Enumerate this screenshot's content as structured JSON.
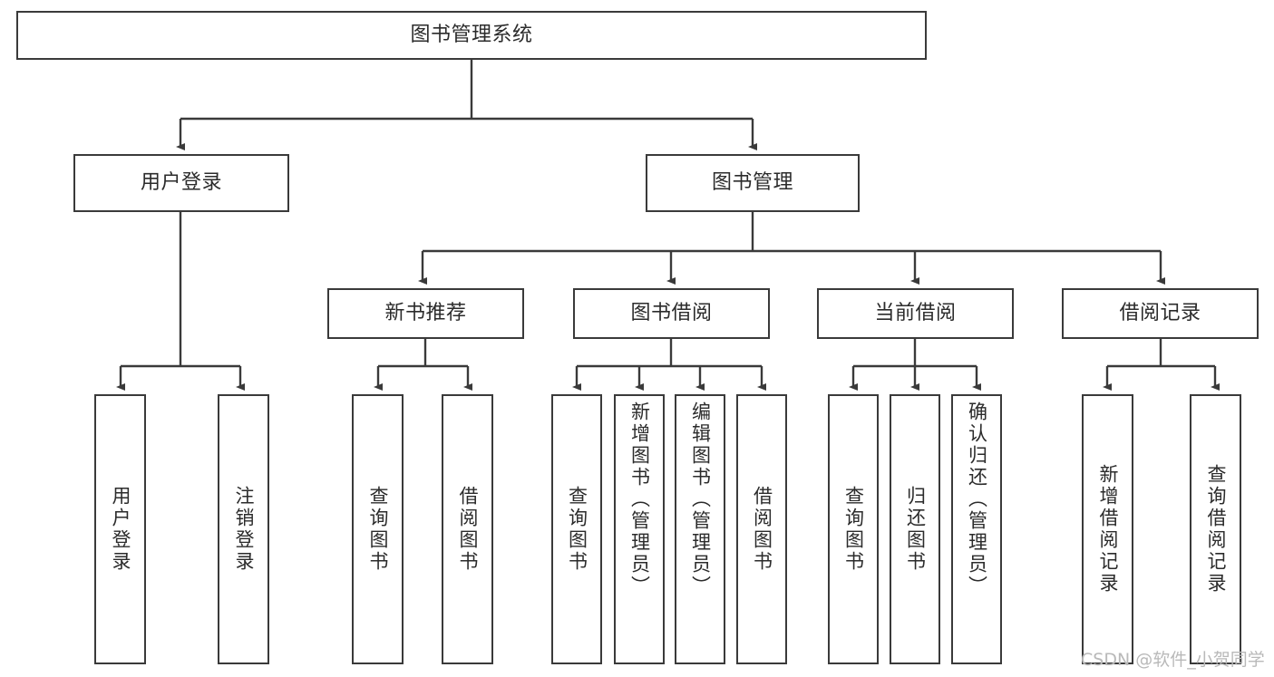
{
  "diagram": {
    "title": "图书管理系统",
    "type": "tree-hierarchy-diagram",
    "stroke_color": "#3a3a3a",
    "fill_color": "#ffffff",
    "text_color": "#2b2b2b",
    "root": {
      "label": "图书管理系统"
    },
    "level2": [
      {
        "label": "用户登录"
      },
      {
        "label": "图书管理"
      }
    ],
    "level3": [
      {
        "label": "新书推荐"
      },
      {
        "label": "图书借阅"
      },
      {
        "label": "当前借阅"
      },
      {
        "label": "借阅记录"
      }
    ],
    "leaves": {
      "user_login": [
        {
          "label": "用户登录"
        },
        {
          "label": "注销登录"
        }
      ],
      "new_book_recommend": [
        {
          "label": "查询图书"
        },
        {
          "label": "借阅图书"
        }
      ],
      "book_borrow": [
        {
          "label": "查询图书"
        },
        {
          "label": "新增图书（管理员）"
        },
        {
          "label": "编辑图书（管理员）"
        },
        {
          "label": "借阅图书"
        }
      ],
      "current_borrow": [
        {
          "label": "查询图书"
        },
        {
          "label": "归还图书"
        },
        {
          "label": "确认归还（管理员）"
        }
      ],
      "borrow_record": [
        {
          "label": "新增借阅记录"
        },
        {
          "label": "查询借阅记录"
        }
      ]
    }
  },
  "watermark": {
    "text": "CSDN @软件_小贺同学"
  }
}
